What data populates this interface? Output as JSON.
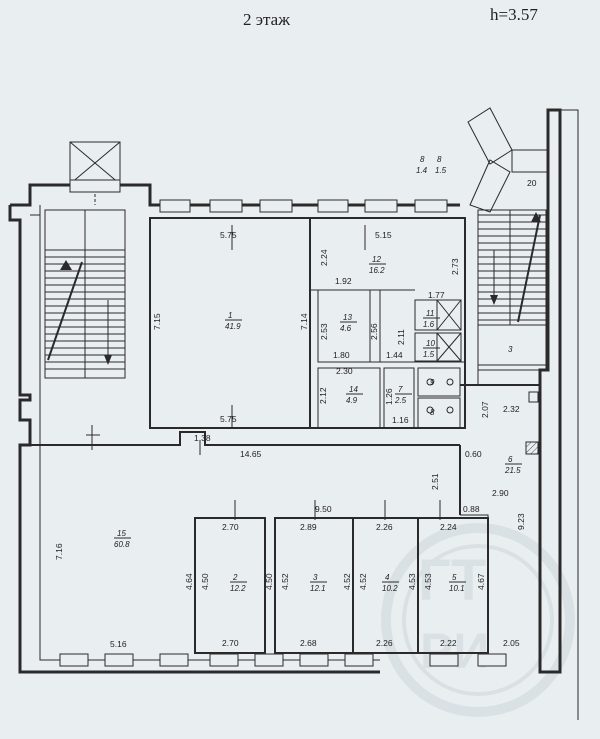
{
  "header": {
    "floor": "2 этаж",
    "height": "h=3.57"
  },
  "rooms": [
    {
      "id": "room-1",
      "number": "1",
      "area": "41.9"
    },
    {
      "id": "room-12",
      "number": "12",
      "area": "16.2"
    },
    {
      "id": "room-13",
      "number": "13",
      "area": "4.6"
    },
    {
      "id": "room-11",
      "number": "11",
      "area": "1.6"
    },
    {
      "id": "room-10",
      "number": "10",
      "area": "1.5"
    },
    {
      "id": "room-14",
      "number": "14",
      "area": "4.9"
    },
    {
      "id": "room-7",
      "number": "7",
      "area": "2.5"
    },
    {
      "id": "room-9",
      "number": "9",
      "area": ""
    },
    {
      "id": "room-8",
      "number": "8",
      "area": ""
    },
    {
      "id": "room-15",
      "number": "15",
      "area": "60.8"
    },
    {
      "id": "room-6",
      "number": "6",
      "area": "21.5"
    },
    {
      "id": "room-2",
      "number": "2",
      "area": "12.2"
    },
    {
      "id": "room-3",
      "number": "3",
      "area": "12.1"
    },
    {
      "id": "room-4",
      "number": "4",
      "area": "10.2"
    },
    {
      "id": "room-5",
      "number": "5",
      "area": "10.1"
    },
    {
      "id": "room-3b",
      "number": "3",
      "area": ""
    }
  ],
  "balcony": {
    "label_a": "8",
    "area_a": "1.4",
    "label_b": "8",
    "area_b": "1.5",
    "dim": "20"
  },
  "dims": {
    "r1_top": "5.75",
    "r1_bottom": "5.75",
    "r1_left": "7.15",
    "r1_right": "7.14",
    "r12_top": "5.15",
    "r12_left": "2.24",
    "r12_right": "2.73",
    "r13_top": "1.92",
    "r13_left": "2.53",
    "r13_right": "2.56",
    "r13_bottom": "1.80",
    "wc_top": "1.77",
    "wc_left": "2.11",
    "wc_bottom": "1.44",
    "r14_top": "2.30",
    "r14_left": "2.12",
    "r7_side": "1.26",
    "r7_bottom": "1.16",
    "corr_a": "1.38",
    "corridor": "14.65",
    "r15_left": "7.16",
    "r15_bottom": "5.16",
    "r15_mid": "9.50",
    "r15_right": "2.51",
    "r6_door": "0.60",
    "r6_top_l": "2.07",
    "r6_top": "2.32",
    "r6_mid": "2.90",
    "r6_right": "9.23",
    "r6_step": "0.88",
    "r2_top": "2.70",
    "r2_l": "4.64",
    "r2_r": "4.50",
    "r2_bottom": "2.70",
    "r3_top": "2.89",
    "r3_l": "4.50",
    "r3_r": "4.52",
    "r3_bottom": "2.68",
    "r4_top": "2.26",
    "r4_l": "4.52",
    "r4_r": "4.52",
    "r4_bottom": "2.26",
    "r5_top": "2.24",
    "r5_l": "4.53",
    "r5_r": "4.53",
    "r5_bottom": "2.22",
    "r5b_r": "4.67",
    "r5b_bottom": "2.05"
  },
  "colors": {
    "ink": "#2a2a2a",
    "paper": "#e9eef1",
    "watermark": "#c9d2d8"
  }
}
